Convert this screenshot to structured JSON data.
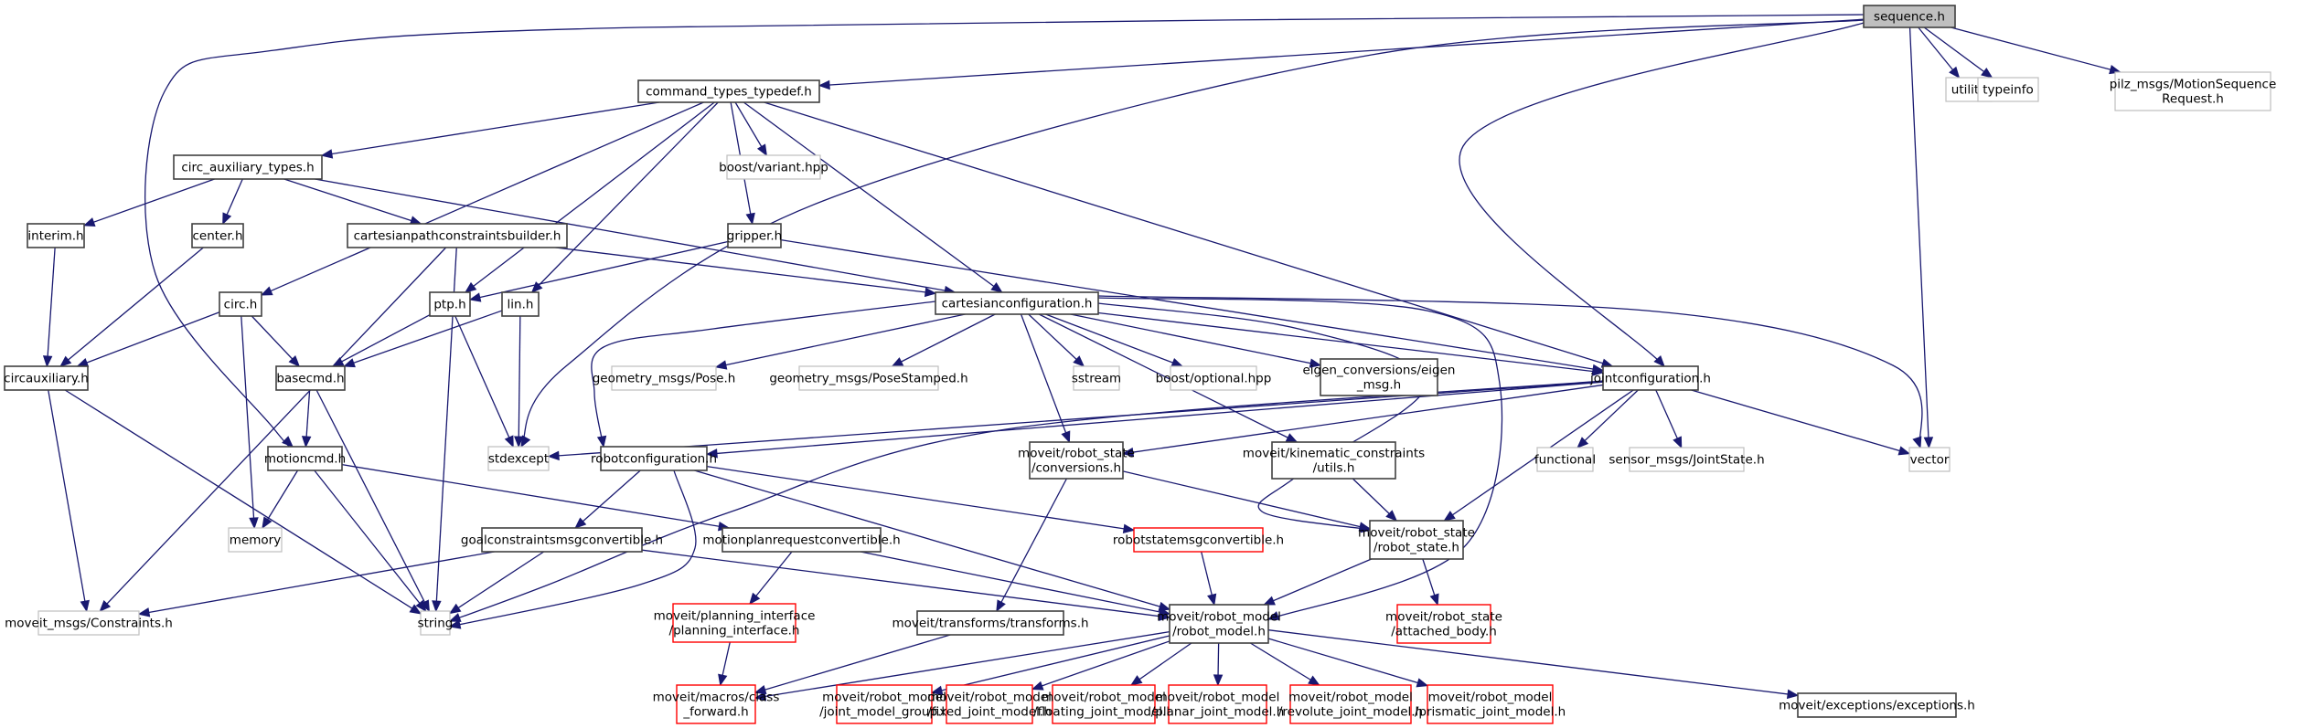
{
  "diagram": {
    "title": "sequence.h include dependency graph",
    "colors": {
      "edge": "#191970",
      "root_fill": "#bfbfbf",
      "root_border": "#404040",
      "documented_border": "#404040",
      "external_border": "#bfbfbf",
      "truncated_border": "#ff0000"
    },
    "nodes": [
      {
        "id": "sequence",
        "lines": [
          "sequence.h"
        ],
        "kind": "root"
      },
      {
        "id": "utility",
        "lines": [
          "utility"
        ],
        "kind": "external"
      },
      {
        "id": "typeinfo",
        "lines": [
          "typeinfo"
        ],
        "kind": "external"
      },
      {
        "id": "pilz_msgs",
        "lines": [
          "pilz_msgs/MotionSequence",
          "Request.h"
        ],
        "kind": "external"
      },
      {
        "id": "command_types",
        "lines": [
          "command_types_typedef.h"
        ],
        "kind": "documented"
      },
      {
        "id": "circ_aux_types",
        "lines": [
          "circ_auxiliary_types.h"
        ],
        "kind": "documented"
      },
      {
        "id": "boost_variant",
        "lines": [
          "boost/variant.hpp"
        ],
        "kind": "external"
      },
      {
        "id": "interim",
        "lines": [
          "interim.h"
        ],
        "kind": "documented"
      },
      {
        "id": "center",
        "lines": [
          "center.h"
        ],
        "kind": "documented"
      },
      {
        "id": "cpcb",
        "lines": [
          "cartesianpathconstraintsbuilder.h"
        ],
        "kind": "documented"
      },
      {
        "id": "gripper",
        "lines": [
          "gripper.h"
        ],
        "kind": "documented"
      },
      {
        "id": "circ",
        "lines": [
          "circ.h"
        ],
        "kind": "documented"
      },
      {
        "id": "ptp",
        "lines": [
          "ptp.h"
        ],
        "kind": "documented"
      },
      {
        "id": "lin",
        "lines": [
          "lin.h"
        ],
        "kind": "documented"
      },
      {
        "id": "cartconf",
        "lines": [
          "cartesianconfiguration.h"
        ],
        "kind": "documented"
      },
      {
        "id": "circaux",
        "lines": [
          "circauxiliary.h"
        ],
        "kind": "documented"
      },
      {
        "id": "basecmd",
        "lines": [
          "basecmd.h"
        ],
        "kind": "documented"
      },
      {
        "id": "geo_pose",
        "lines": [
          "geometry_msgs/Pose.h"
        ],
        "kind": "external"
      },
      {
        "id": "geo_posest",
        "lines": [
          "geometry_msgs/PoseStamped.h"
        ],
        "kind": "external"
      },
      {
        "id": "sstream",
        "lines": [
          "sstream"
        ],
        "kind": "external"
      },
      {
        "id": "boost_optional",
        "lines": [
          "boost/optional.hpp"
        ],
        "kind": "external"
      },
      {
        "id": "eigen_conv",
        "lines": [
          "eigen_conversions/eigen",
          "_msg.h"
        ],
        "kind": "documented"
      },
      {
        "id": "jointconf",
        "lines": [
          "jointconfiguration.h"
        ],
        "kind": "documented"
      },
      {
        "id": "stdexcept",
        "lines": [
          "stdexcept"
        ],
        "kind": "external"
      },
      {
        "id": "motioncmd",
        "lines": [
          "motioncmd.h"
        ],
        "kind": "documented"
      },
      {
        "id": "robotconf",
        "lines": [
          "robotconfiguration.h"
        ],
        "kind": "documented"
      },
      {
        "id": "rs_conv",
        "lines": [
          "moveit/robot_state",
          "/conversions.h"
        ],
        "kind": "documented"
      },
      {
        "id": "kin_utils",
        "lines": [
          "moveit/kinematic_constraints",
          "/utils.h"
        ],
        "kind": "documented"
      },
      {
        "id": "functional",
        "lines": [
          "functional"
        ],
        "kind": "external"
      },
      {
        "id": "sensor_js",
        "lines": [
          "sensor_msgs/JointState.h"
        ],
        "kind": "external"
      },
      {
        "id": "vector",
        "lines": [
          "vector"
        ],
        "kind": "external"
      },
      {
        "id": "memory",
        "lines": [
          "memory"
        ],
        "kind": "external"
      },
      {
        "id": "goalcmc",
        "lines": [
          "goalconstraintsmsgconvertible.h"
        ],
        "kind": "documented"
      },
      {
        "id": "mprc",
        "lines": [
          "motionplanrequestconvertible.h"
        ],
        "kind": "documented"
      },
      {
        "id": "rsmc",
        "lines": [
          "robotstatemsgconvertible.h"
        ],
        "kind": "truncated"
      },
      {
        "id": "robot_state",
        "lines": [
          "moveit/robot_state",
          "/robot_state.h"
        ],
        "kind": "documented"
      },
      {
        "id": "moveit_constraints",
        "lines": [
          "moveit_msgs/Constraints.h"
        ],
        "kind": "external"
      },
      {
        "id": "string",
        "lines": [
          "string"
        ],
        "kind": "external"
      },
      {
        "id": "planning_iface",
        "lines": [
          "moveit/planning_interface",
          "/planning_interface.h"
        ],
        "kind": "truncated"
      },
      {
        "id": "transforms",
        "lines": [
          "moveit/transforms/transforms.h"
        ],
        "kind": "documented"
      },
      {
        "id": "robot_model",
        "lines": [
          "moveit/robot_model",
          "/robot_model.h"
        ],
        "kind": "documented"
      },
      {
        "id": "attached_body",
        "lines": [
          "moveit/robot_state",
          "/attached_body.h"
        ],
        "kind": "truncated"
      },
      {
        "id": "class_forward",
        "lines": [
          "moveit/macros/class",
          "_forward.h"
        ],
        "kind": "truncated"
      },
      {
        "id": "jmg",
        "lines": [
          "moveit/robot_model",
          "/joint_model_group.h"
        ],
        "kind": "truncated"
      },
      {
        "id": "fixed_jm",
        "lines": [
          "moveit/robot_model",
          "/fixed_joint_model.h"
        ],
        "kind": "truncated"
      },
      {
        "id": "floating_jm",
        "lines": [
          "moveit/robot_model",
          "/floating_joint_model.h"
        ],
        "kind": "truncated"
      },
      {
        "id": "planar_jm",
        "lines": [
          "moveit/robot_model",
          "/planar_joint_model.h"
        ],
        "kind": "truncated"
      },
      {
        "id": "revolute_jm",
        "lines": [
          "moveit/robot_model",
          "/revolute_joint_model.h"
        ],
        "kind": "truncated"
      },
      {
        "id": "prismatic_jm",
        "lines": [
          "moveit/robot_model",
          "/prismatic_joint_model.h"
        ],
        "kind": "truncated"
      },
      {
        "id": "exceptions",
        "lines": [
          "moveit/exceptions/exceptions.h"
        ],
        "kind": "documented"
      }
    ],
    "edges": [
      [
        "sequence",
        "utility"
      ],
      [
        "sequence",
        "typeinfo"
      ],
      [
        "sequence",
        "pilz_msgs"
      ],
      [
        "sequence",
        "vector"
      ],
      [
        "sequence",
        "command_types"
      ],
      [
        "sequence",
        "motioncmd"
      ],
      [
        "sequence",
        "stdexcept"
      ],
      [
        "sequence",
        "jointconf"
      ],
      [
        "command_types",
        "circ_aux_types"
      ],
      [
        "command_types",
        "boost_variant"
      ],
      [
        "command_types",
        "gripper"
      ],
      [
        "command_types",
        "circ"
      ],
      [
        "command_types",
        "ptp"
      ],
      [
        "command_types",
        "lin"
      ],
      [
        "command_types",
        "cartconf"
      ],
      [
        "command_types",
        "jointconf"
      ],
      [
        "circ_aux_types",
        "interim"
      ],
      [
        "circ_aux_types",
        "center"
      ],
      [
        "circ_aux_types",
        "cpcb"
      ],
      [
        "circ_aux_types",
        "cartconf"
      ],
      [
        "interim",
        "circaux"
      ],
      [
        "center",
        "circaux"
      ],
      [
        "cpcb",
        "cartconf"
      ],
      [
        "cpcb",
        "moveit_constraints"
      ],
      [
        "cpcb",
        "string"
      ],
      [
        "gripper",
        "ptp"
      ],
      [
        "gripper",
        "jointconf"
      ],
      [
        "circ",
        "circaux"
      ],
      [
        "circ",
        "basecmd"
      ],
      [
        "circ",
        "memory"
      ],
      [
        "ptp",
        "basecmd"
      ],
      [
        "ptp",
        "stdexcept"
      ],
      [
        "lin",
        "basecmd"
      ],
      [
        "lin",
        "stdexcept"
      ],
      [
        "circaux",
        "moveit_constraints"
      ],
      [
        "circaux",
        "string"
      ],
      [
        "basecmd",
        "motioncmd"
      ],
      [
        "basecmd",
        "string"
      ],
      [
        "cartconf",
        "geo_pose"
      ],
      [
        "cartconf",
        "geo_posest"
      ],
      [
        "cartconf",
        "sstream"
      ],
      [
        "cartconf",
        "boost_optional"
      ],
      [
        "cartconf",
        "eigen_conv"
      ],
      [
        "cartconf",
        "jointconf"
      ],
      [
        "cartconf",
        "robotconf"
      ],
      [
        "cartconf",
        "rs_conv"
      ],
      [
        "cartconf",
        "kin_utils"
      ],
      [
        "cartconf",
        "vector"
      ],
      [
        "cartconf",
        "robot_state"
      ],
      [
        "cartconf",
        "robot_model"
      ],
      [
        "jointconf",
        "functional"
      ],
      [
        "jointconf",
        "sensor_js"
      ],
      [
        "jointconf",
        "vector"
      ],
      [
        "jointconf",
        "stdexcept"
      ],
      [
        "jointconf",
        "robotconf"
      ],
      [
        "jointconf",
        "rs_conv"
      ],
      [
        "jointconf",
        "robot_state"
      ],
      [
        "jointconf",
        "string"
      ],
      [
        "motioncmd",
        "memory"
      ],
      [
        "motioncmd",
        "string"
      ],
      [
        "motioncmd",
        "mprc"
      ],
      [
        "robotconf",
        "goalcmc"
      ],
      [
        "robotconf",
        "rsmc"
      ],
      [
        "robotconf",
        "string"
      ],
      [
        "robotconf",
        "robot_model"
      ],
      [
        "rs_conv",
        "robot_state"
      ],
      [
        "rs_conv",
        "transforms"
      ],
      [
        "kin_utils",
        "robot_state"
      ],
      [
        "goalcmc",
        "moveit_constraints"
      ],
      [
        "goalcmc",
        "string"
      ],
      [
        "goalcmc",
        "robot_model"
      ],
      [
        "mprc",
        "planning_iface"
      ],
      [
        "mprc",
        "robot_model"
      ],
      [
        "rsmc",
        "robot_model"
      ],
      [
        "robot_state",
        "robot_model"
      ],
      [
        "robot_state",
        "attached_body"
      ],
      [
        "planning_iface",
        "class_forward"
      ],
      [
        "transforms",
        "class_forward"
      ],
      [
        "robot_model",
        "class_forward"
      ],
      [
        "robot_model",
        "jmg"
      ],
      [
        "robot_model",
        "fixed_jm"
      ],
      [
        "robot_model",
        "floating_jm"
      ],
      [
        "robot_model",
        "planar_jm"
      ],
      [
        "robot_model",
        "revolute_jm"
      ],
      [
        "robot_model",
        "prismatic_jm"
      ],
      [
        "robot_model",
        "exceptions"
      ]
    ]
  }
}
